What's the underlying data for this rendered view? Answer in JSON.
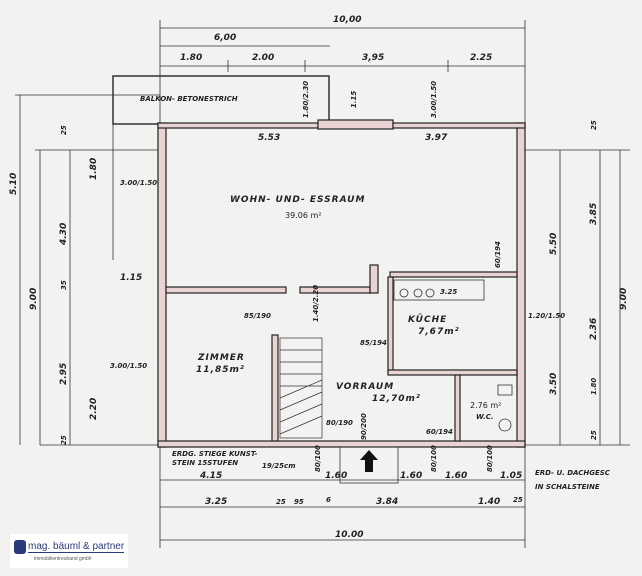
{
  "rooms": {
    "living": {
      "name": "WOHN- UND- ESSRAUM",
      "area": "39.06 m²"
    },
    "zimmer": {
      "name": "ZIMMER",
      "area": "11,85m²"
    },
    "kitchen": {
      "name": "KÜCHE",
      "area": "7,67m²"
    },
    "hall": {
      "name": "VORRAUM",
      "area": "12,70m²"
    },
    "wc": {
      "name": "W.C.",
      "area": "2.76 m²"
    },
    "balcony": {
      "name": "BALKON- BETONESTRICH"
    }
  },
  "notes": {
    "stairs_1": "ERDG. STIEGE KUNST-",
    "stairs_2": "STEIN 15STUFEN",
    "stairs_3": "19/25cm",
    "construction_1": "ERD- U. DACHGESC",
    "construction_2": "IN SCHALSTEINE"
  },
  "dimensions": {
    "top": {
      "total": "10,00",
      "sub": "6,00",
      "segments": [
        "1.80",
        "2.00",
        "3,95",
        "2.25"
      ],
      "inner": [
        "5.53",
        "3.97"
      ],
      "balcony_depth": "1.15"
    },
    "left": [
      "5.10",
      "9.00",
      "4.30",
      "1.80",
      "2.95",
      "2.20",
      "1.15",
      "25",
      "35",
      "25"
    ],
    "right": [
      "5.50",
      "3.85",
      "9.00",
      "3.50",
      "2.36",
      "25",
      "25",
      "1.80"
    ],
    "bottom_row1": [
      "4.15",
      "1.60",
      "1.60",
      "1.60",
      "1.05"
    ],
    "bottom_row2": [
      "3.25",
      "25",
      "95",
      "6",
      "3.84",
      "1.40",
      "25"
    ],
    "bottom_total": "10.00"
  },
  "openings": [
    "85/190",
    "85/194",
    "80/190",
    "90/200",
    "60/194",
    "80/100",
    "80/100",
    "80/100",
    "3.00/1.50",
    "3.00/1.50",
    "1.20/1.50",
    "3.00/1.50",
    "60/194",
    "1.80/2.30",
    "1.40/2.20"
  ],
  "kitchen_counter": "3.25",
  "logo": {
    "name": "mag. bäuml & partner",
    "sub": "immobilientreuhand gmbh"
  }
}
